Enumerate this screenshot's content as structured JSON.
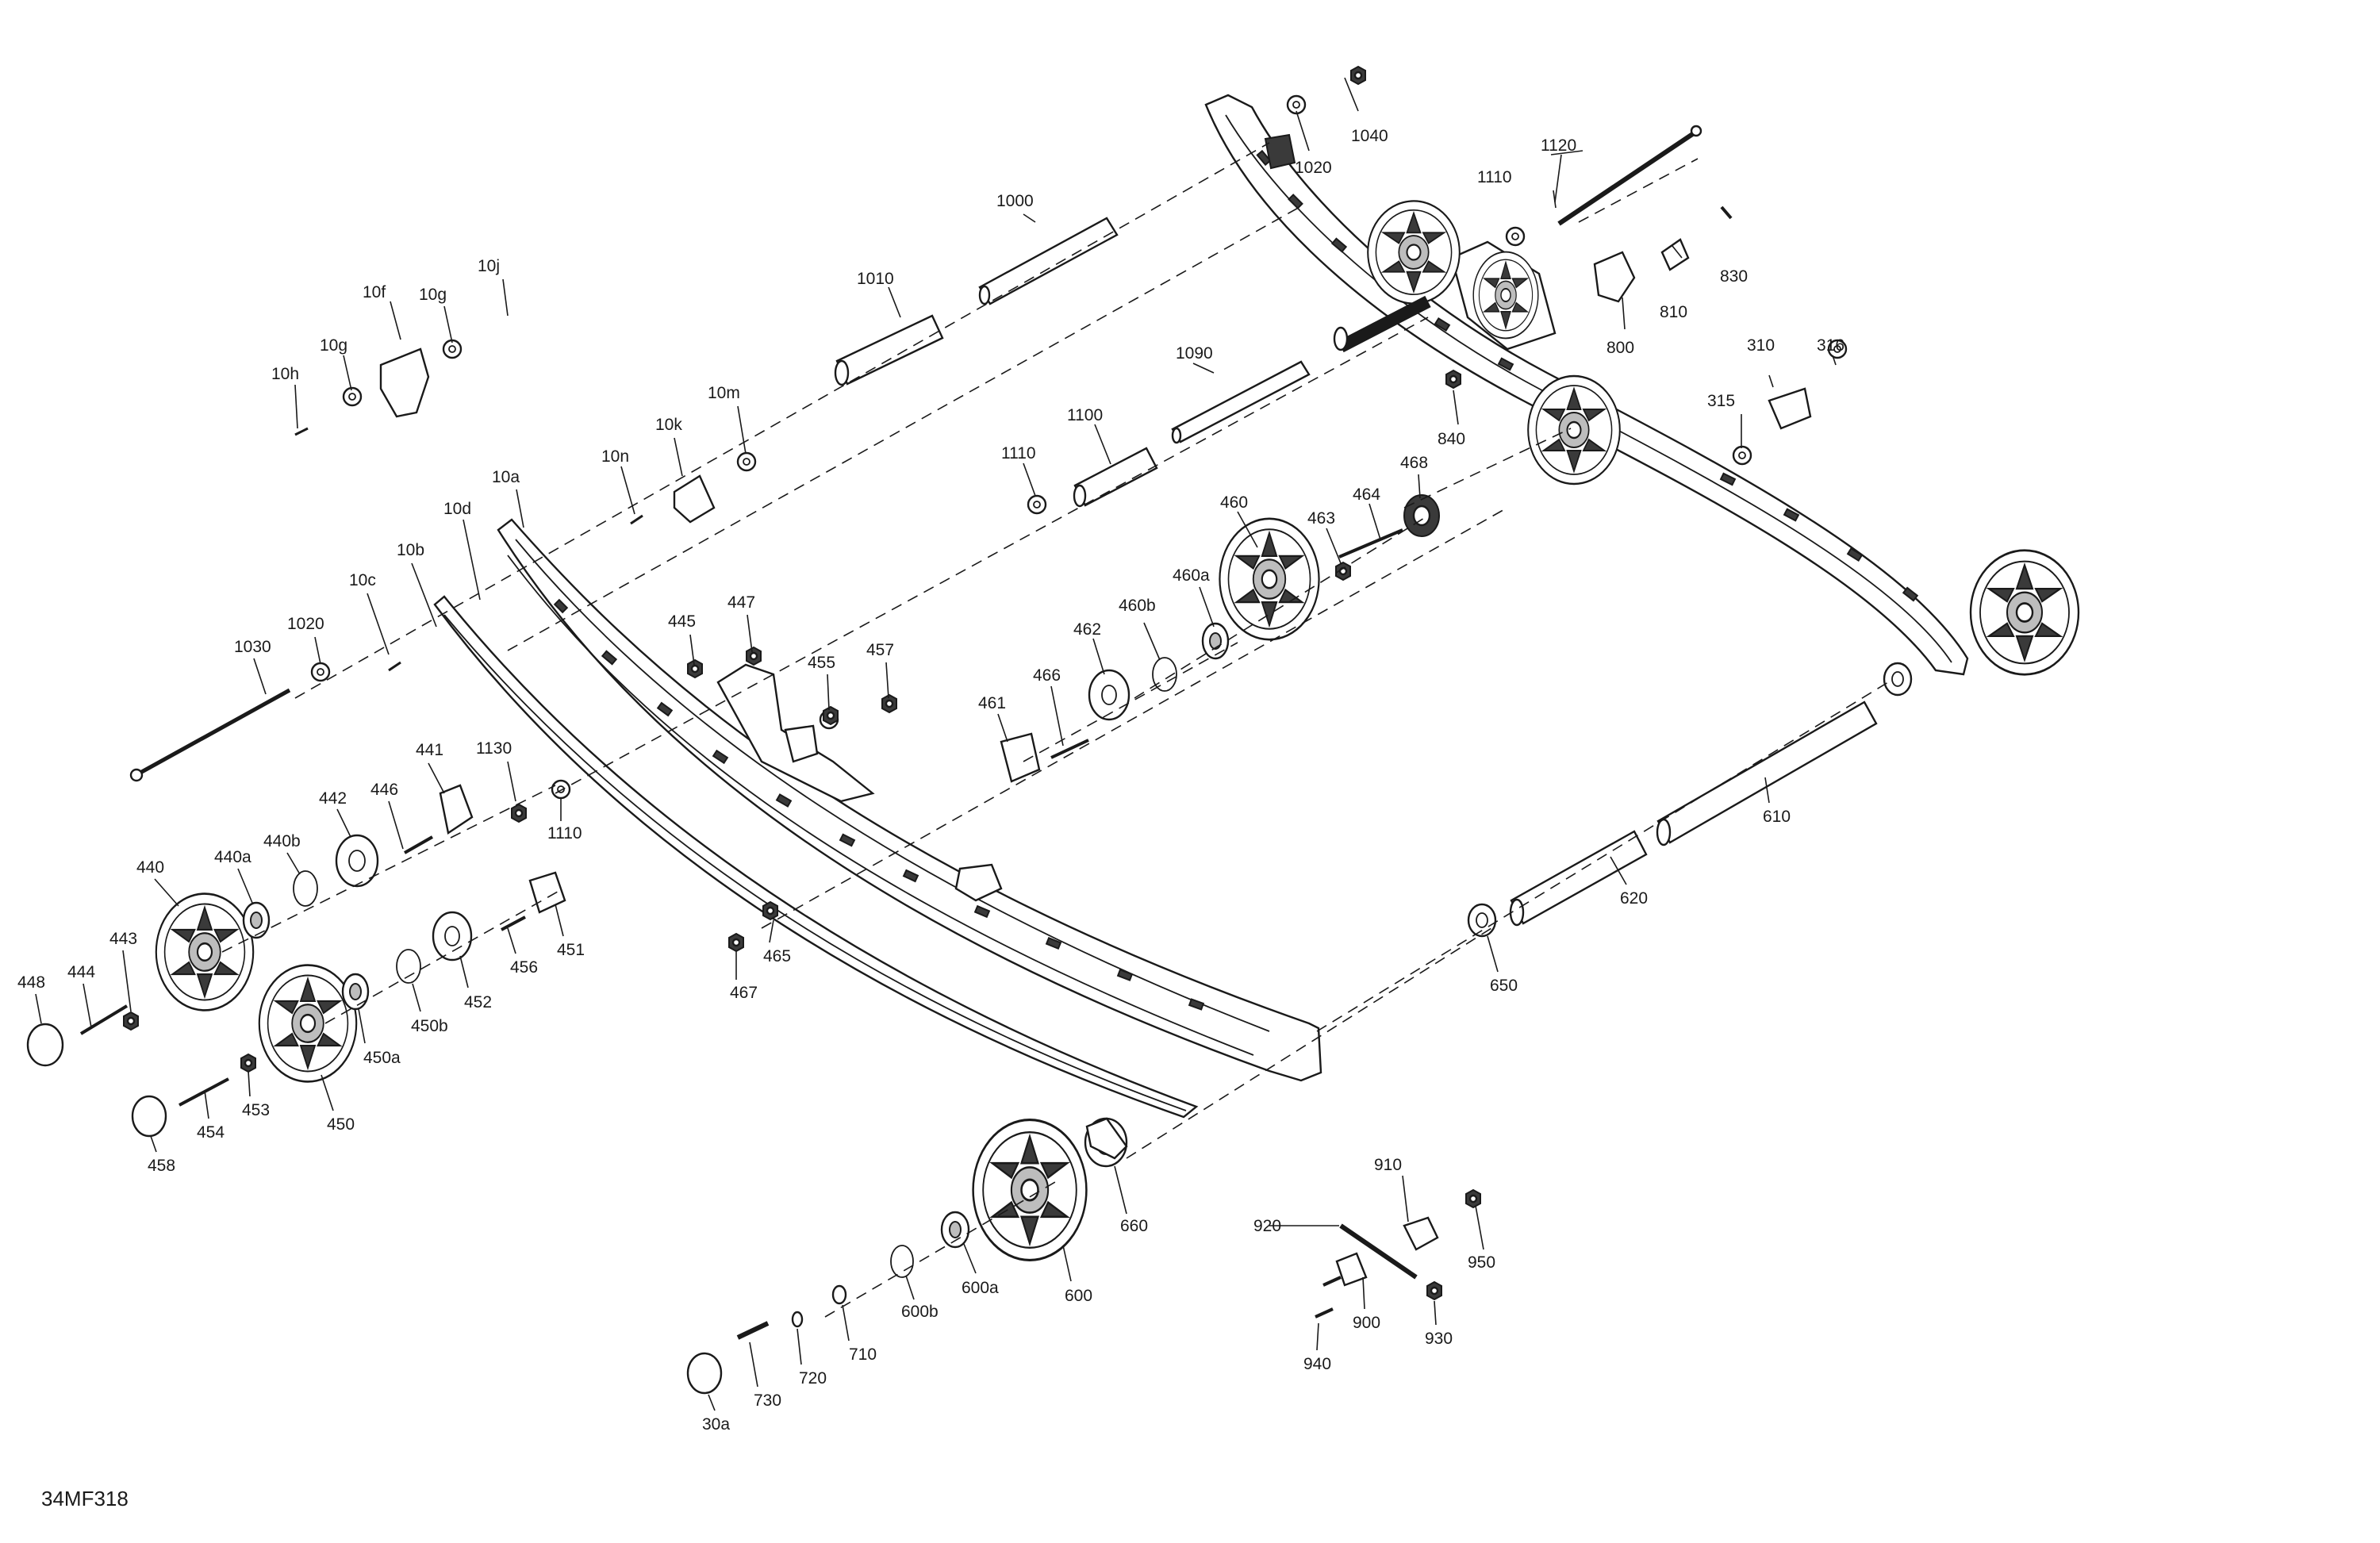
{
  "figure_code": "34MF318",
  "callouts": [
    {
      "id": "c1040",
      "text": "1040"
    },
    {
      "id": "c1020t",
      "text": "1020"
    },
    {
      "id": "c1120",
      "text": "1120"
    },
    {
      "id": "c1110t",
      "text": "1110"
    },
    {
      "id": "c1000",
      "text": "1000"
    },
    {
      "id": "c830",
      "text": "830"
    },
    {
      "id": "c810",
      "text": "810"
    },
    {
      "id": "c800",
      "text": "800"
    },
    {
      "id": "c1010",
      "text": "1010"
    },
    {
      "id": "c1090",
      "text": "1090"
    },
    {
      "id": "c310",
      "text": "310"
    },
    {
      "id": "c316",
      "text": "316"
    },
    {
      "id": "c315",
      "text": "315"
    },
    {
      "id": "c840",
      "text": "840"
    },
    {
      "id": "c1100",
      "text": "1100"
    },
    {
      "id": "c1110m",
      "text": "1110"
    },
    {
      "id": "c468",
      "text": "468"
    },
    {
      "id": "c460",
      "text": "460"
    },
    {
      "id": "c463",
      "text": "463"
    },
    {
      "id": "c464",
      "text": "464"
    },
    {
      "id": "c460a",
      "text": "460a"
    },
    {
      "id": "c460b",
      "text": "460b"
    },
    {
      "id": "c462",
      "text": "462"
    },
    {
      "id": "c466",
      "text": "466"
    },
    {
      "id": "c461",
      "text": "461"
    },
    {
      "id": "c10j",
      "text": "10j"
    },
    {
      "id": "c10f",
      "text": "10f"
    },
    {
      "id": "c10g1",
      "text": "10g"
    },
    {
      "id": "c10g2",
      "text": "10g"
    },
    {
      "id": "c10h",
      "text": "10h"
    },
    {
      "id": "c10m",
      "text": "10m"
    },
    {
      "id": "c10k",
      "text": "10k"
    },
    {
      "id": "c10n",
      "text": "10n"
    },
    {
      "id": "c10a",
      "text": "10a"
    },
    {
      "id": "c10d",
      "text": "10d"
    },
    {
      "id": "c10b",
      "text": "10b"
    },
    {
      "id": "c10c",
      "text": "10c"
    },
    {
      "id": "c1020l",
      "text": "1020"
    },
    {
      "id": "c1030",
      "text": "1030"
    },
    {
      "id": "c445",
      "text": "445"
    },
    {
      "id": "c447",
      "text": "447"
    },
    {
      "id": "c455",
      "text": "455"
    },
    {
      "id": "c457",
      "text": "457"
    },
    {
      "id": "c441",
      "text": "441"
    },
    {
      "id": "c1130",
      "text": "1130"
    },
    {
      "id": "c1110l",
      "text": "1110"
    },
    {
      "id": "c446",
      "text": "446"
    },
    {
      "id": "c442",
      "text": "442"
    },
    {
      "id": "c440b",
      "text": "440b"
    },
    {
      "id": "c440a",
      "text": "440a"
    },
    {
      "id": "c440",
      "text": "440"
    },
    {
      "id": "c443",
      "text": "443"
    },
    {
      "id": "c444",
      "text": "444"
    },
    {
      "id": "c448",
      "text": "448"
    },
    {
      "id": "c456",
      "text": "456"
    },
    {
      "id": "c451",
      "text": "451"
    },
    {
      "id": "c452",
      "text": "452"
    },
    {
      "id": "c450b",
      "text": "450b"
    },
    {
      "id": "c450a",
      "text": "450a"
    },
    {
      "id": "c450",
      "text": "450"
    },
    {
      "id": "c453",
      "text": "453"
    },
    {
      "id": "c454",
      "text": "454"
    },
    {
      "id": "c458",
      "text": "458"
    },
    {
      "id": "c465",
      "text": "465"
    },
    {
      "id": "c467",
      "text": "467"
    },
    {
      "id": "c610",
      "text": "610"
    },
    {
      "id": "c620",
      "text": "620"
    },
    {
      "id": "c650",
      "text": "650"
    },
    {
      "id": "c660",
      "text": "660"
    },
    {
      "id": "c600",
      "text": "600"
    },
    {
      "id": "c600a",
      "text": "600a"
    },
    {
      "id": "c600b",
      "text": "600b"
    },
    {
      "id": "c710",
      "text": "710"
    },
    {
      "id": "c720",
      "text": "720"
    },
    {
      "id": "c730",
      "text": "730"
    },
    {
      "id": "c30a",
      "text": "30a"
    },
    {
      "id": "c910",
      "text": "910"
    },
    {
      "id": "c920",
      "text": "920"
    },
    {
      "id": "c950",
      "text": "950"
    },
    {
      "id": "c900",
      "text": "900"
    },
    {
      "id": "c930",
      "text": "930"
    },
    {
      "id": "c940",
      "text": "940"
    }
  ]
}
